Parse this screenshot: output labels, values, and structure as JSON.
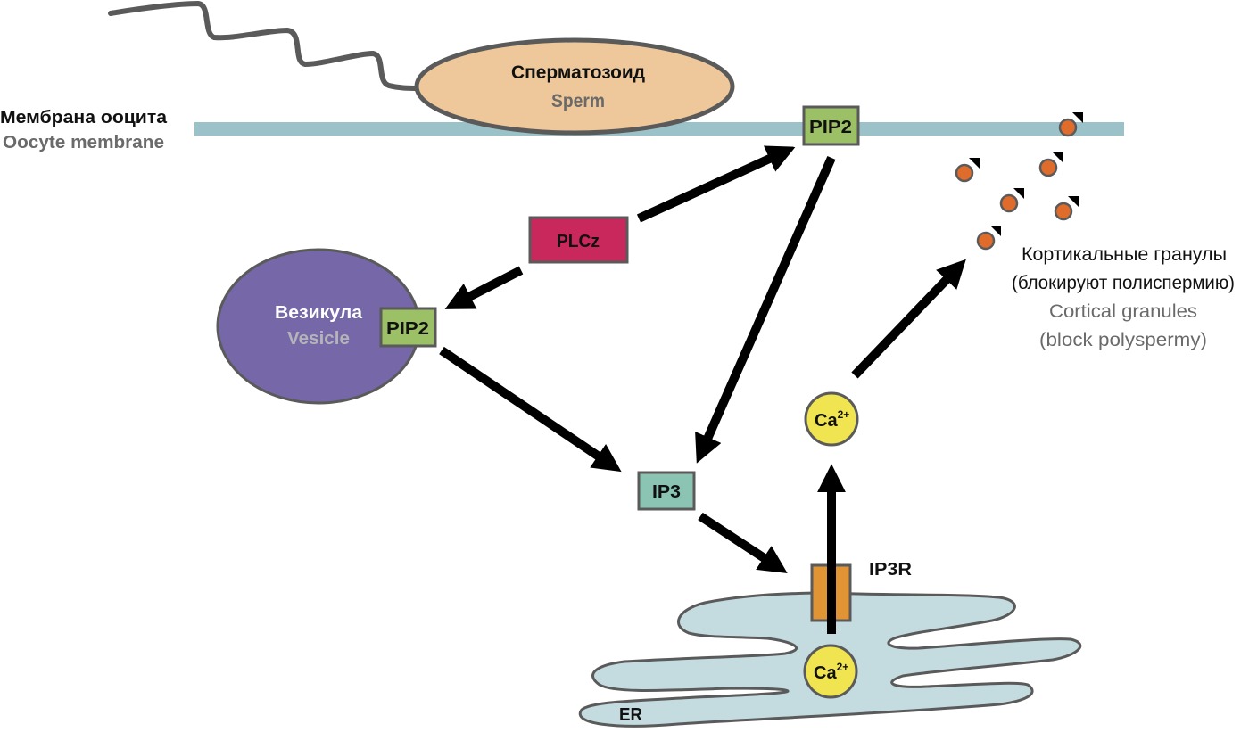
{
  "membrane": {
    "label_ru": "Мембрана ооцита",
    "label_en": "Oocyte membrane"
  },
  "sperm": {
    "label_ru": "Сперматозоид",
    "label_en": "Sperm"
  },
  "vesicle": {
    "label_ru": "Везикула",
    "label_en": "Vesicle"
  },
  "nodes": {
    "pip2_membrane": "PIP2",
    "pip2_vesicle": "PIP2",
    "plcz": "PLCz",
    "ip3": "IP3",
    "ip3r": "IP3R",
    "ca_cytosol": "Ca",
    "ca_cytosol_sup": "2+",
    "ca_er": "Ca",
    "ca_er_sup": "2+",
    "er": "ER"
  },
  "cortical_granules": {
    "label_ru_line1": "Кортикальные гранулы",
    "label_ru_line2": "(блокируют полиспермию)",
    "label_en_line1": "Cortical granules",
    "label_en_line2": "(block polyspermy)",
    "count": 6
  },
  "colors": {
    "membrane": "#9bc2c8",
    "sperm_fill": "#eec89a",
    "vesicle_fill": "#7567a8",
    "pip2_fill": "#9cc065",
    "plcz_fill": "#c8285c",
    "ip3_fill": "#8cc4b4",
    "ip3r_fill": "#e09434",
    "ca_fill": "#f0e450",
    "er_fill": "#c4dce0",
    "granule_fill": "#e06c2c",
    "outline": "#5a5a5a",
    "arrow": "#000000",
    "label_en_gray": "#6a6a6a",
    "vesicle_en_gray": "#b4b4b8"
  }
}
